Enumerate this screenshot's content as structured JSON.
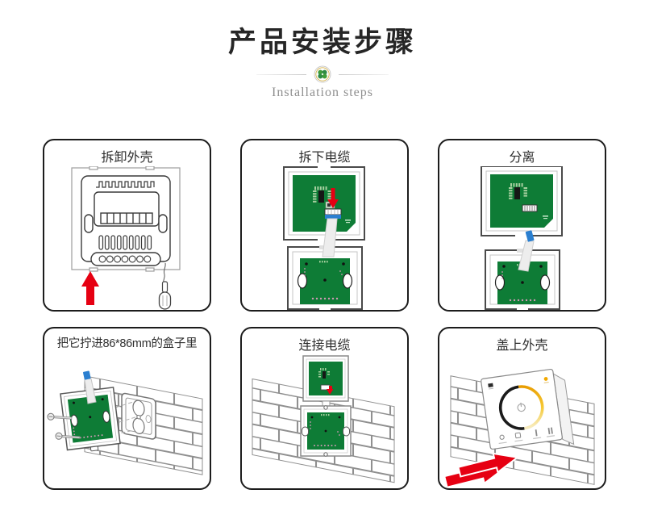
{
  "header": {
    "title": "产品安装步骤",
    "subtitle": "Installation steps",
    "badge_icon": "clover-badge-icon"
  },
  "steps": [
    {
      "label": "拆卸外壳",
      "illustration": "device-back-pry-open-with-screwdriver"
    },
    {
      "label": "拆下电缆",
      "illustration": "pull-ribbon-cable-off-pcb"
    },
    {
      "label": "分离",
      "illustration": "front-board-and-back-board-separated"
    },
    {
      "label": "把它拧进86*86mm的盒子里",
      "illustration": "screw-base-into-86mm-wall-box"
    },
    {
      "label": "连接电缆",
      "illustration": "reconnect-cable-on-wall"
    },
    {
      "label": "盖上外壳",
      "illustration": "snap-dial-cover-shell-on"
    }
  ],
  "colors": {
    "pcb_green": "#0e7c36",
    "pcb_pad_green": "#a6cf9f",
    "arrow_red": "#e60012",
    "connector_blue": "#2a7fd0",
    "dial_gold": "#f2b400",
    "brick_line_gray": "#8f8f8f",
    "panel_border": "#1c1c1c"
  }
}
